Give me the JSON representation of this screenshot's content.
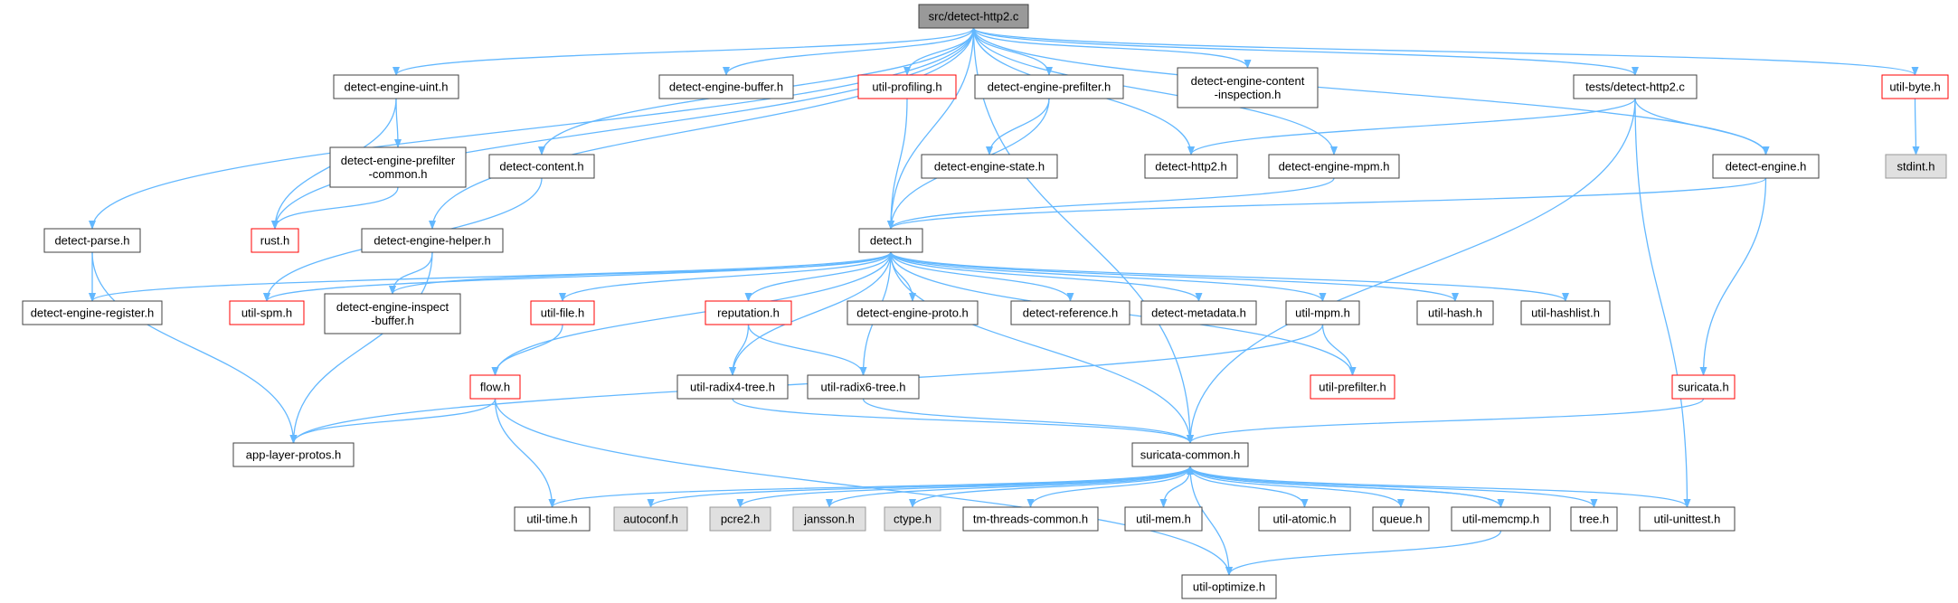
{
  "colors": {
    "edge": "#63b8ff",
    "border_normal": "#404040",
    "border_truncated": "#ff0000",
    "fill_root": "#999999",
    "fill_normal": "#ffffff",
    "fill_system": "#e0e0e0",
    "text": "#000000"
  },
  "nodes": [
    {
      "id": "root",
      "label": "src/detect-http2.c",
      "style": "root"
    },
    {
      "id": "uint",
      "label": "detect-engine-uint.h",
      "style": "normal"
    },
    {
      "id": "buffer",
      "label": "detect-engine-buffer.h",
      "style": "normal"
    },
    {
      "id": "profiling",
      "label": "util-profiling.h",
      "style": "truncated"
    },
    {
      "id": "prefilter",
      "label": "detect-engine-prefilter.h",
      "style": "normal"
    },
    {
      "id": "content_insp",
      "label": [
        "detect-engine-content",
        "-inspection.h"
      ],
      "style": "normal"
    },
    {
      "id": "tests",
      "label": "tests/detect-http2.c",
      "style": "normal"
    },
    {
      "id": "byte",
      "label": "util-byte.h",
      "style": "truncated"
    },
    {
      "id": "stdint",
      "label": "stdint.h",
      "style": "system"
    },
    {
      "id": "prefilter_common",
      "label": [
        "detect-engine-prefilter",
        "-common.h"
      ],
      "style": "normal"
    },
    {
      "id": "content",
      "label": "detect-content.h",
      "style": "normal"
    },
    {
      "id": "state",
      "label": "detect-engine-state.h",
      "style": "normal"
    },
    {
      "id": "http2h",
      "label": "detect-http2.h",
      "style": "normal"
    },
    {
      "id": "mpm_engine",
      "label": "detect-engine-mpm.h",
      "style": "normal"
    },
    {
      "id": "engine",
      "label": "detect-engine.h",
      "style": "normal"
    },
    {
      "id": "parse",
      "label": "detect-parse.h",
      "style": "normal"
    },
    {
      "id": "rust",
      "label": "rust.h",
      "style": "truncated"
    },
    {
      "id": "helper",
      "label": "detect-engine-helper.h",
      "style": "normal"
    },
    {
      "id": "detect",
      "label": "detect.h",
      "style": "normal"
    },
    {
      "id": "register",
      "label": "detect-engine-register.h",
      "style": "normal"
    },
    {
      "id": "spm",
      "label": "util-spm.h",
      "style": "truncated"
    },
    {
      "id": "inspect_buffer",
      "label": [
        "detect-engine-inspect",
        "-buffer.h"
      ],
      "style": "normal"
    },
    {
      "id": "file",
      "label": "util-file.h",
      "style": "truncated"
    },
    {
      "id": "reputation",
      "label": "reputation.h",
      "style": "truncated"
    },
    {
      "id": "proto",
      "label": "detect-engine-proto.h",
      "style": "normal"
    },
    {
      "id": "reference",
      "label": "detect-reference.h",
      "style": "normal"
    },
    {
      "id": "metadata",
      "label": "detect-metadata.h",
      "style": "normal"
    },
    {
      "id": "mpm",
      "label": "util-mpm.h",
      "style": "normal"
    },
    {
      "id": "hash",
      "label": "util-hash.h",
      "style": "normal"
    },
    {
      "id": "hashlist",
      "label": "util-hashlist.h",
      "style": "normal"
    },
    {
      "id": "flow",
      "label": "flow.h",
      "style": "truncated"
    },
    {
      "id": "radix4",
      "label": "util-radix4-tree.h",
      "style": "normal"
    },
    {
      "id": "radix6",
      "label": "util-radix6-tree.h",
      "style": "normal"
    },
    {
      "id": "prefilter_util",
      "label": "util-prefilter.h",
      "style": "truncated"
    },
    {
      "id": "suricata",
      "label": "suricata.h",
      "style": "truncated"
    },
    {
      "id": "app_layer",
      "label": "app-layer-protos.h",
      "style": "normal"
    },
    {
      "id": "common",
      "label": "suricata-common.h",
      "style": "normal"
    },
    {
      "id": "time",
      "label": "util-time.h",
      "style": "normal"
    },
    {
      "id": "autoconf",
      "label": "autoconf.h",
      "style": "system"
    },
    {
      "id": "pcre2",
      "label": "pcre2.h",
      "style": "system"
    },
    {
      "id": "jansson",
      "label": "jansson.h",
      "style": "system"
    },
    {
      "id": "ctype",
      "label": "ctype.h",
      "style": "system"
    },
    {
      "id": "tm_threads",
      "label": "tm-threads-common.h",
      "style": "normal"
    },
    {
      "id": "mem",
      "label": "util-mem.h",
      "style": "normal"
    },
    {
      "id": "atomic",
      "label": "util-atomic.h",
      "style": "normal"
    },
    {
      "id": "queue",
      "label": "queue.h",
      "style": "normal"
    },
    {
      "id": "memcmp",
      "label": "util-memcmp.h",
      "style": "normal"
    },
    {
      "id": "tree",
      "label": "tree.h",
      "style": "normal"
    },
    {
      "id": "unittest",
      "label": "util-unittest.h",
      "style": "normal"
    },
    {
      "id": "optimize",
      "label": "util-optimize.h",
      "style": "normal"
    }
  ],
  "edges": [
    [
      "root",
      "uint"
    ],
    [
      "root",
      "buffer"
    ],
    [
      "root",
      "profiling"
    ],
    [
      "root",
      "prefilter"
    ],
    [
      "root",
      "content_insp"
    ],
    [
      "root",
      "tests"
    ],
    [
      "root",
      "byte"
    ],
    [
      "root",
      "content"
    ],
    [
      "root",
      "http2h"
    ],
    [
      "root",
      "mpm_engine"
    ],
    [
      "root",
      "engine"
    ],
    [
      "root",
      "parse"
    ],
    [
      "root",
      "rust"
    ],
    [
      "root",
      "helper"
    ],
    [
      "root",
      "detect"
    ],
    [
      "root",
      "common"
    ],
    [
      "byte",
      "stdint"
    ],
    [
      "uint",
      "prefilter_common"
    ],
    [
      "uint",
      "rust"
    ],
    [
      "prefilter_common",
      "rust"
    ],
    [
      "profiling",
      "detect"
    ],
    [
      "prefilter",
      "state"
    ],
    [
      "prefilter",
      "detect"
    ],
    [
      "tests",
      "http2h"
    ],
    [
      "tests",
      "engine"
    ],
    [
      "tests",
      "common"
    ],
    [
      "tests",
      "unittest"
    ],
    [
      "content",
      "spm"
    ],
    [
      "mpm_engine",
      "detect"
    ],
    [
      "engine",
      "detect"
    ],
    [
      "engine",
      "suricata"
    ],
    [
      "parse",
      "register"
    ],
    [
      "parse",
      "app_layer"
    ],
    [
      "helper",
      "app_layer"
    ],
    [
      "helper",
      "inspect_buffer"
    ],
    [
      "detect",
      "register"
    ],
    [
      "detect",
      "spm"
    ],
    [
      "detect",
      "inspect_buffer"
    ],
    [
      "detect",
      "file"
    ],
    [
      "detect",
      "flow"
    ],
    [
      "detect",
      "reputation"
    ],
    [
      "detect",
      "proto"
    ],
    [
      "detect",
      "reference"
    ],
    [
      "detect",
      "metadata"
    ],
    [
      "detect",
      "mpm"
    ],
    [
      "detect",
      "hash"
    ],
    [
      "detect",
      "hashlist"
    ],
    [
      "detect",
      "radix4"
    ],
    [
      "detect",
      "radix6"
    ],
    [
      "detect",
      "prefilter_util"
    ],
    [
      "detect",
      "common"
    ],
    [
      "file",
      "flow"
    ],
    [
      "reputation",
      "radix4"
    ],
    [
      "reputation",
      "radix6"
    ],
    [
      "mpm",
      "prefilter_util"
    ],
    [
      "mpm",
      "app_layer"
    ],
    [
      "flow",
      "app_layer"
    ],
    [
      "flow",
      "time"
    ],
    [
      "flow",
      "optimize"
    ],
    [
      "radix4",
      "common"
    ],
    [
      "radix6",
      "common"
    ],
    [
      "suricata",
      "common"
    ],
    [
      "common",
      "time"
    ],
    [
      "common",
      "autoconf"
    ],
    [
      "common",
      "pcre2"
    ],
    [
      "common",
      "jansson"
    ],
    [
      "common",
      "ctype"
    ],
    [
      "common",
      "tm_threads"
    ],
    [
      "common",
      "mem"
    ],
    [
      "common",
      "atomic"
    ],
    [
      "common",
      "queue"
    ],
    [
      "common",
      "memcmp"
    ],
    [
      "common",
      "tree"
    ],
    [
      "common",
      "unittest"
    ],
    [
      "common",
      "optimize"
    ],
    [
      "memcmp",
      "common"
    ],
    [
      "memcmp",
      "optimize"
    ]
  ]
}
